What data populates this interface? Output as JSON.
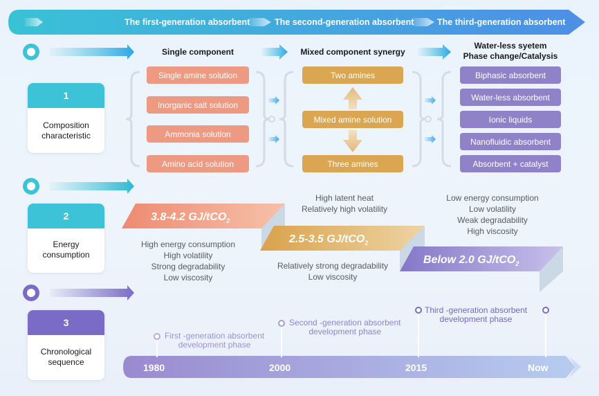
{
  "generations": [
    "The first-generation absorbent",
    "The second-generation absorbent",
    "The third-generation absorbent"
  ],
  "sections": {
    "single": "Single component",
    "mixed": "Mixed component synergy",
    "waterless": [
      "Water-less syetem",
      "Phase change/Catalysis"
    ]
  },
  "single_items": [
    "Single amine solution",
    "Inorganic salt solution",
    "Ammonia solution",
    "Amino acid solution"
  ],
  "mixed_items": [
    "Two amines",
    "Mixed amine solution",
    "Three amines"
  ],
  "third_items": [
    "Biphasic absorbent",
    "Water-less absorbent",
    "Ionic liquids",
    "Nanofluidic absorbent",
    "Absorbent + catalyst"
  ],
  "cards": [
    {
      "num": "1",
      "label": [
        "Composition",
        "characteristic"
      ]
    },
    {
      "num": "2",
      "label": [
        "Energy",
        "consumption"
      ]
    },
    {
      "num": "3",
      "label": [
        "Chronological",
        "sequence"
      ]
    }
  ],
  "energy": [
    {
      "value": "3.8-4.2 GJ/tCO",
      "sub": "2",
      "notes": [
        "High energy consumption",
        "High volatility",
        "Strong degradability",
        "Low viscosity"
      ]
    },
    {
      "value": "2.5-3.5 GJ/tCO",
      "sub": "2",
      "notes_top": [
        "High latent heat",
        "Relatively high volatility"
      ],
      "notes": [
        "Relatively strong degradability",
        "Low viscosity"
      ]
    },
    {
      "value": "Below 2.0 GJ/tCO",
      "sub": "2",
      "notes": [
        "Low energy consumption",
        "Low volatility",
        "Weak degradability",
        "High viscosity"
      ]
    }
  ],
  "timeline": {
    "years": [
      "1980",
      "2000",
      "2015",
      "Now"
    ],
    "phases": [
      [
        "First -generation absorbent",
        "development phase"
      ],
      [
        "Second -generation absorbent",
        "development phase"
      ],
      [
        "Third -generation absorbent",
        "development phase"
      ]
    ]
  },
  "colors": {
    "cyan": "#3cc3d8",
    "red": "#ee9a83",
    "gold": "#dba652",
    "purple": "#8f82c9",
    "deep_purple": "#7a6cc6"
  }
}
